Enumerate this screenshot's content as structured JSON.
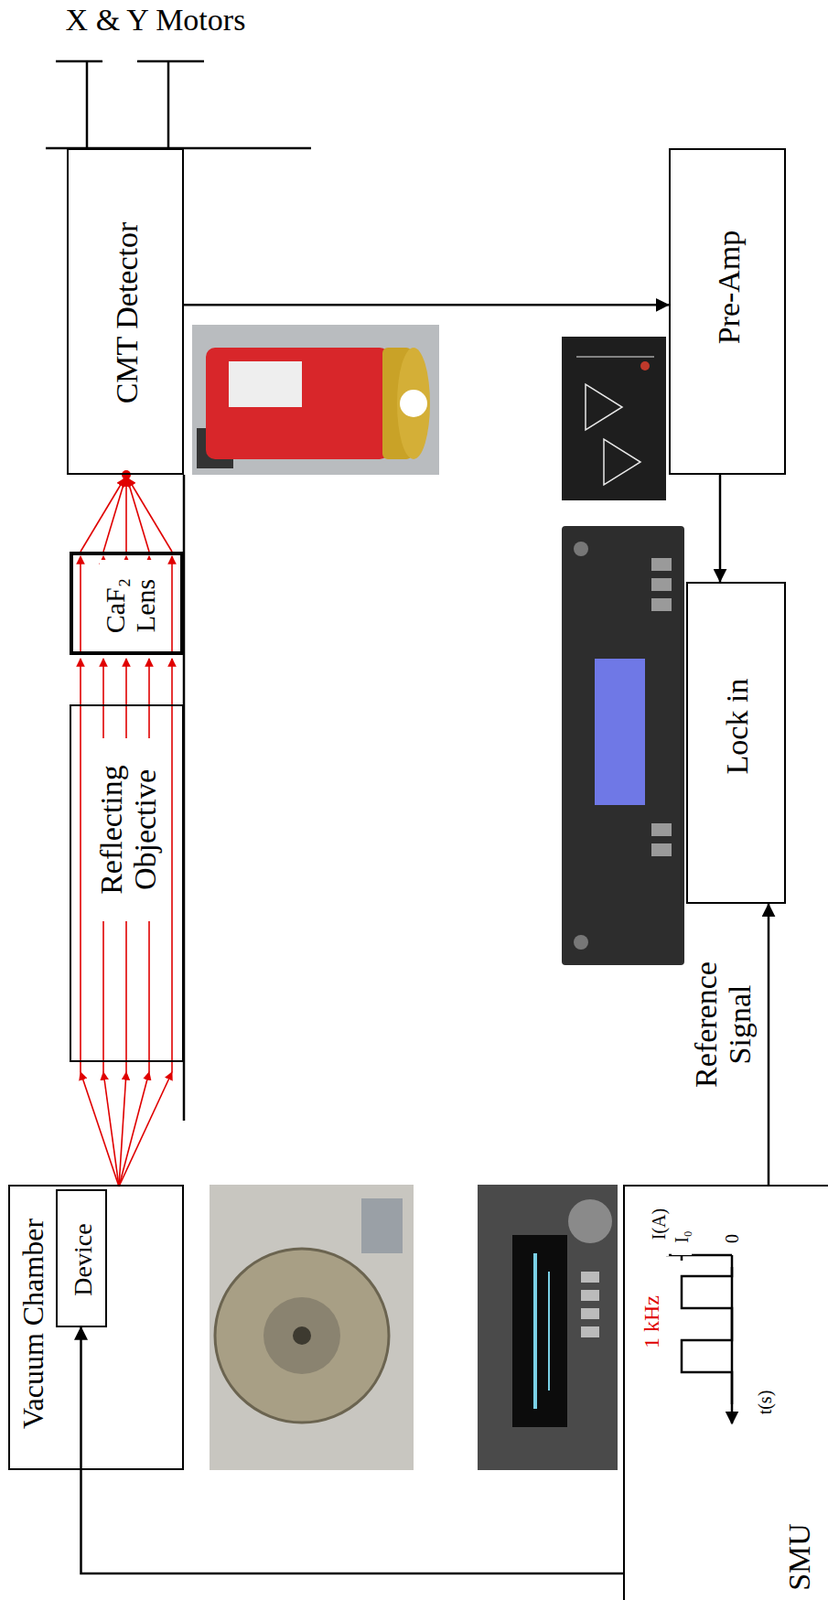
{
  "diagram": {
    "nodes": [
      {
        "text": [
          "CMT Detector"
        ]
      },
      {
        "text": [
          "Pre-Amp"
        ]
      },
      {
        "text": [
          "CaF₂ Lens"
        ]
      },
      {
        "text": [
          "Lock in"
        ]
      },
      {
        "text": [
          "Reflecting Objective"
        ]
      },
      {
        "text": [
          "Vacuum Chamber"
        ]
      },
      {
        "text": [
          "Device"
        ],
        "in": 5
      },
      {
        "text": [
          "SMU"
        ]
      }
    ],
    "edges": [
      {
        "from": 0,
        "to": 1,
        "arrow": "to"
      },
      {
        "from": 1,
        "to": 3,
        "arrow": "to"
      },
      {
        "from": 7,
        "to": 3,
        "label": "Reference Signal",
        "arrow": "to"
      },
      {
        "from": 7,
        "to": 6,
        "arrow": "to"
      }
    ],
    "labels": [
      "X & Y Motors",
      "1 kHz",
      "I(A)",
      "I₀",
      "0",
      "t(s)"
    ]
  }
}
